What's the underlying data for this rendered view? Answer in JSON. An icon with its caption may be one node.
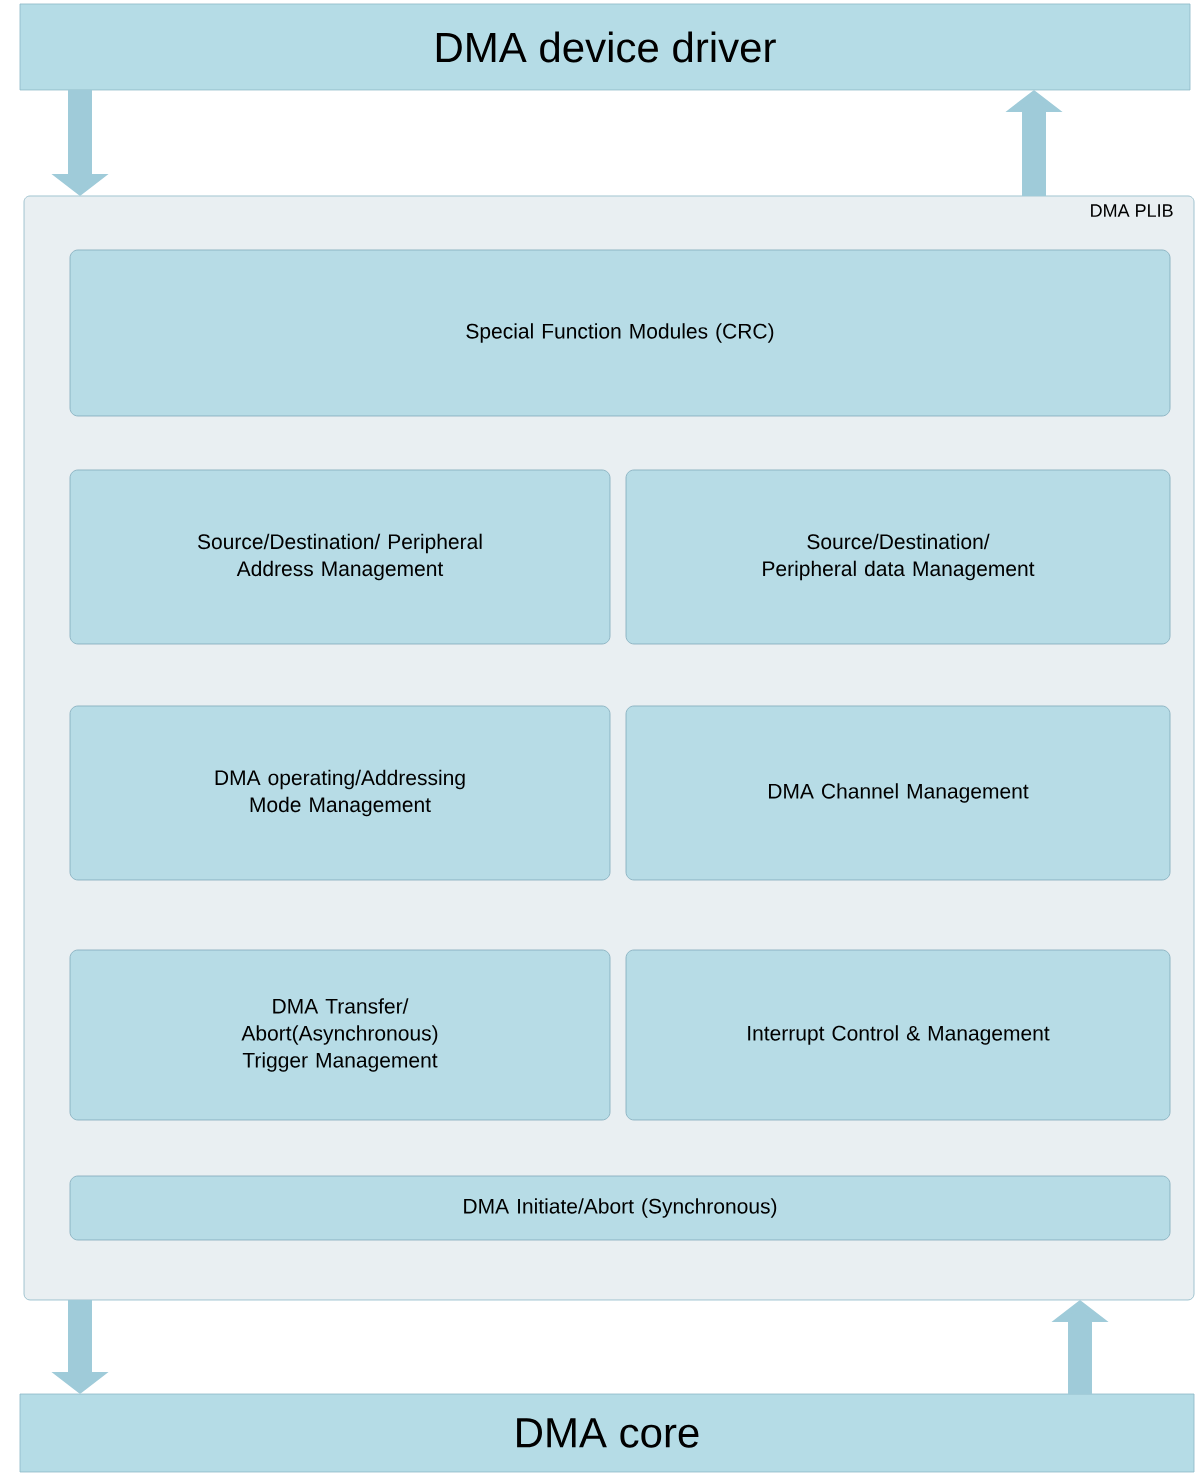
{
  "diagram": {
    "nodes": [
      {
        "text": [
          "DMA device driver"
        ]
      },
      {
        "text": [
          "DMA PLIB"
        ]
      },
      {
        "text": [
          "Special Function Modules (CRC)"
        ],
        "in": 1
      },
      {
        "text": [
          "Source/Destination/ Peripheral Address Management"
        ],
        "in": 1
      },
      {
        "text": [
          "Source/Destination/ Peripheral data Management"
        ],
        "in": 1
      },
      {
        "text": [
          "DMA operating/Addressing Mode Management"
        ],
        "in": 1
      },
      {
        "text": [
          "DMA Channel Management"
        ],
        "in": 1
      },
      {
        "text": [
          "DMA Transfer/ Abort(Asynchronous) Trigger Management"
        ],
        "in": 1
      },
      {
        "text": [
          "Interrupt Control & Management"
        ],
        "in": 1
      },
      {
        "text": [
          "DMA Initiate/Abort (Synchronous)"
        ],
        "in": 1
      },
      {
        "text": [
          "DMA core"
        ]
      }
    ],
    "edges": [
      {
        "from": 0,
        "to": 1,
        "arrow": "to"
      },
      {
        "from": 1,
        "to": 0,
        "arrow": "to"
      },
      {
        "from": 1,
        "to": 10,
        "arrow": "to"
      },
      {
        "from": 10,
        "to": 1,
        "arrow": "to"
      }
    ]
  }
}
